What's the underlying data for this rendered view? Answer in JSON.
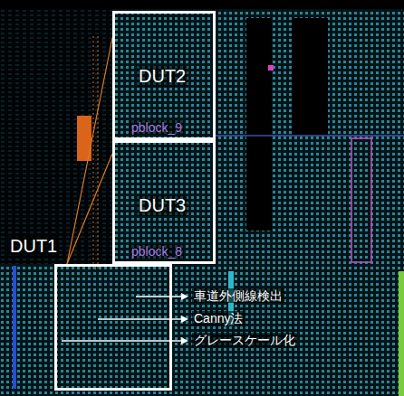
{
  "diagram": {
    "nodes": [
      {
        "text": [
          "DUT2",
          "pblock_9"
        ]
      },
      {
        "text": [
          "DUT3",
          "pblock_8"
        ]
      },
      {
        "text": [
          "DUT1"
        ]
      }
    ],
    "edges": [
      {
        "from": 2,
        "to": 0,
        "arrow": "none"
      },
      {
        "from": 2,
        "to": 1,
        "arrow": "none"
      }
    ],
    "labels": [
      "車道外側線検出",
      "Canny法",
      "グレースケール化"
    ]
  }
}
